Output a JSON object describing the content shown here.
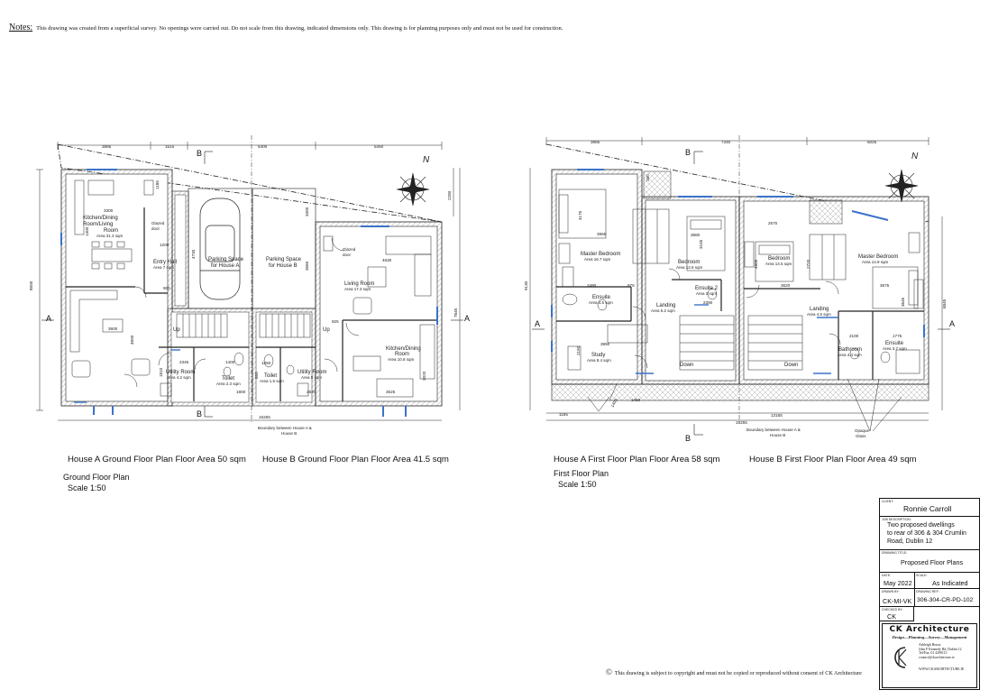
{
  "notes": {
    "label": "Notes:",
    "text": "This drawing was created from a superficial survey.  No openings were carried out. Do not scale from this drawing, indicated dimensions only. This drawing is for planning purposes only and must not be used for construction."
  },
  "ground": {
    "section_marks": [
      "A",
      "A",
      "B",
      "B"
    ],
    "dims": {
      "top": [
        "3885",
        "1515",
        "5400",
        "5450"
      ],
      "left": "8500",
      "right1": "2280",
      "right2": "7845",
      "bottom": "16255",
      "inner": [
        "3300",
        "1185",
        "1400",
        "1200",
        "900",
        "4730",
        "3300",
        "3560",
        "4630",
        "925",
        "3600",
        "4600",
        "2345",
        "1400",
        "1450",
        "1810",
        "855",
        "2820",
        "3625",
        "3020",
        "1800"
      ]
    },
    "rooms": [
      {
        "name": "Kitchen/Dining",
        "name2": "Room/Living",
        "name3": "Room",
        "area": "Area 31.3 sqm"
      },
      {
        "name": "Glazed",
        "name2": "door"
      },
      {
        "name": "Entry Hall",
        "area": "Area 7 sqm"
      },
      {
        "name": "Parking Space",
        "name2": "for House A"
      },
      {
        "name": "Parking Space",
        "name2": "for House B"
      },
      {
        "name": "Glazed",
        "name2": "door"
      },
      {
        "name": "Living Room",
        "area": "Area 17.3 sqm"
      },
      {
        "name": "Kitchen/Dining",
        "name2": "Room",
        "area": "Area 10.8 sqm"
      },
      {
        "name": "Utility Room",
        "area": "Area 4.2 sqm"
      },
      {
        "name": "Toilet",
        "area": "Area 2.3 sqm"
      },
      {
        "name": "Toilet",
        "area": "Area 1.5 sqm"
      },
      {
        "name": "Utility Room",
        "area": "Area 5 sqm"
      }
    ],
    "up_labels": [
      "Up",
      "Up"
    ],
    "boundary": [
      "Boundary between House A &",
      "House B"
    ],
    "caption_a": "House A Ground Floor Plan Floor Area 50 sqm",
    "caption_b": "House B Ground Floor Plan Floor Area 41.5 sqm",
    "title": "Ground Floor Plan",
    "scale": "Scale 1:50"
  },
  "first": {
    "section_marks": [
      "A",
      "A",
      "B",
      "B"
    ],
    "dims": {
      "top": [
        "3885",
        "7340",
        "5025"
      ],
      "left": "9130",
      "right": "6845",
      "bottom1": "13165",
      "bottom2": "16255",
      "inner": [
        "3965",
        "3880",
        "2570",
        "3675",
        "4175",
        "2490",
        "875",
        "2390",
        "3620",
        "3245",
        "4800",
        "2720",
        "3645",
        "3850",
        "2150",
        "2100",
        "1775",
        "1165",
        "1400",
        "1450",
        "260"
      ]
    },
    "rooms": [
      {
        "name": "Master Bedroom",
        "area": "Area 16.7 sqm"
      },
      {
        "name": "Bedroom",
        "area": "Area 12.6 sqm"
      },
      {
        "name": "Bedroom",
        "area": "Area 14.5 sqm"
      },
      {
        "name": "Master Bedroom",
        "area": "Area 14.9 sqm"
      },
      {
        "name": "Ensuite",
        "area": "Area 4.5 sqm"
      },
      {
        "name": "Ensuite 2",
        "area": "Area 3 sqm"
      },
      {
        "name": "Landing",
        "area": "Area 5.2 sqm"
      },
      {
        "name": "Landing",
        "area": "Area 4.5 sqm"
      },
      {
        "name": "Study",
        "area": "Area 8.4 sqm"
      },
      {
        "name": "Bathroom",
        "area": "Area 4.4 sqm"
      },
      {
        "name": "Ensuite",
        "area": "Area 3.7 sqm"
      }
    ],
    "down_labels": [
      "Down",
      "Down"
    ],
    "boundary": [
      "Boundary between House A &",
      "House B"
    ],
    "opaque": [
      "Opaque",
      "Glass"
    ],
    "caption_a": "House A First Floor Plan Floor Area 58 sqm",
    "caption_b": "House B First Floor Plan Floor Area 49 sqm",
    "title": "First Floor Plan",
    "scale": "Scale 1:50"
  },
  "north_label": "N",
  "title_block": {
    "client_label": "CLIENT:",
    "client": "Ronnie Carroll",
    "job_label": "JOB DESCRIPTION:",
    "job_lines": [
      "Two proposed dwellings",
      "to rear of 306 & 304 Crumlin",
      "Road, Dublin 12"
    ],
    "drawing_label": "DRAWING TITLE:",
    "drawing": "Proposed Floor Plans",
    "date_label": "DATE:",
    "date": "May 2022",
    "scale_label": "SCALE:",
    "scale": "As Indicated",
    "drawn_label": "DRAWN BY:",
    "drawn": "CK-MI-VK",
    "ref_label": "DRAWING REF:",
    "ref": "306-304-CR-PD-102",
    "checked_label": "CHECKED BY:",
    "checked": "CK",
    "firm": "CK Architecture",
    "tagline": "Design—Planning—Survey—Management",
    "address": [
      "Ashleigh House,",
      "John F Kennedy Rd, Dublin 12",
      "",
      "Tel/Fax: 01 4290113",
      "contact@ckarchitecture.ie"
    ],
    "web": "WWW.CKARCHITECTURE.IE"
  },
  "copyright": {
    "symbol": "©",
    "text": "This drawing is subject to copyright and must not be copied or reproduced without consent of CK Architecture"
  }
}
